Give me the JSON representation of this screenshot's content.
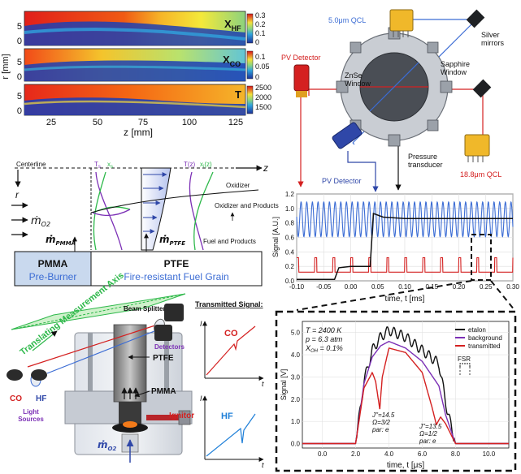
{
  "colors": {
    "background_blue": "#3b6cd4",
    "transmitted_red": "#d42020",
    "etalon_black": "#111111",
    "purple": "#7b2fb5",
    "green": "#2db84a",
    "pmma_fill": "#c9d9ee",
    "qcl_gold": "#f0b82a",
    "detector_red": "#d42020",
    "detector_blue": "#2f47a8",
    "heat_red": "#d8141a",
    "heat_blue": "#1c3fb4"
  },
  "heatmaps": {
    "ylabel": "r [mm]",
    "xlabel": "z [mm]",
    "xticks": [
      "25",
      "50",
      "75",
      "100",
      "125"
    ],
    "yticks": [
      "5",
      "0"
    ],
    "panels": [
      {
        "label": "X",
        "sub": "HF",
        "cbar": [
          "0.3",
          "0.2",
          "0.1",
          "0"
        ]
      },
      {
        "label": "X",
        "sub": "CO",
        "cbar": [
          "0.1",
          "0.05",
          "0"
        ]
      },
      {
        "label": "T",
        "sub": "",
        "cbar": [
          "2500",
          "2000",
          "1500"
        ]
      }
    ]
  },
  "setup": {
    "qcl_top_label": "5.0μm QCL",
    "qcl_bottom_label": "18.8μm QCL",
    "silver_mirrors": "Silver mirrors",
    "pv_detector_red": "PV Detector",
    "pv_detector_blue": "PV Detector",
    "znse_window": "ZnSe Window",
    "sapphire_window": "Sapphire Window",
    "pressure_transducer": "Pressure transducer"
  },
  "combustion": {
    "centerline": "Centerline",
    "r": "r",
    "z": "z",
    "Ts": "T",
    "Ts_sub": "s",
    "xs": "x",
    "xs_sub": "s",
    "Tz": "T(z)",
    "xiz": "x",
    "xiz_sub": "i",
    "xiz_tail": "(z)",
    "oxidizer": "Oxidizer",
    "oxidizer_products": "Oxidizer and Products",
    "fuel_products": "Fuel and Products",
    "m_o2": "ṁ",
    "m_o2_sub": "O2",
    "m_pmma": "ṁ",
    "m_pmma_sub": "PMMA",
    "m_ptfe": "ṁ",
    "m_ptfe_sub": "PTFE",
    "pmma_title": "PMMA",
    "pmma_sub": "Pre-Burner",
    "ptfe_title": "PTFE",
    "ptfe_sub": "Fire-resistant Fuel Grain"
  },
  "apparatus": {
    "beam_splitters": "Beam Splitters",
    "translating_axis": "Translating Measurement Axis",
    "detectors": "Detectors",
    "ptfe": "PTFE",
    "pmma": "PMMA",
    "ignitor": "Ignitor",
    "m_o2": "ṁ",
    "m_o2_sub": "O2",
    "co": "CO",
    "hf": "HF",
    "light_sources": "Light Sources",
    "transmitted_signal": "Transmitted Signal:",
    "inset_co": "CO",
    "inset_hf": "HF",
    "inset_i": "I",
    "inset_t": "t"
  },
  "chart_data": [
    {
      "type": "line",
      "title": "",
      "xlabel": "time, t [ms]",
      "ylabel": "Signal [A.U.]",
      "xlim": [
        -0.1,
        0.3
      ],
      "ylim": [
        0,
        1.2
      ],
      "xticks": [
        "-0.10",
        "-0.05",
        "0.00",
        "0.05",
        "0.10",
        "0.15",
        "0.20",
        "0.25",
        "0.30"
      ],
      "yticks": [
        "0.0",
        "0.2",
        "0.4",
        "0.6",
        "0.8",
        "1.0",
        "1.2"
      ],
      "series": [
        {
          "name": "",
          "color": "#3b6cd4",
          "description_values": {
            "center": 0.85,
            "amplitude": 0.24,
            "period_ms": 0.0105
          }
        },
        {
          "name": "",
          "color": "#d42020",
          "description_values": {
            "baseline": 0.12,
            "peak": 0.32,
            "pulse_period_ms": 0.0333
          }
        },
        {
          "name": "",
          "color": "#111111",
          "x": [
            -0.1,
            -0.03,
            -0.022,
            0.0,
            0.036,
            0.042,
            0.06,
            0.1,
            0.2,
            0.3
          ],
          "y": [
            0.02,
            0.02,
            0.18,
            0.2,
            0.2,
            0.93,
            0.88,
            0.86,
            0.86,
            0.86
          ]
        }
      ]
    },
    {
      "type": "line",
      "title": "",
      "xlabel": "time, t [μs]",
      "ylabel": "Signal [V]",
      "xlim": [
        -1.2,
        11.2
      ],
      "ylim": [
        -0.2,
        5.5
      ],
      "xticks": [
        "0.0",
        "2.0",
        "4.0",
        "6.0",
        "8.0",
        "10.0"
      ],
      "yticks": [
        "0.0",
        "1.0",
        "2.0",
        "3.0",
        "4.0",
        "5.0"
      ],
      "conditions": [
        "T = 2400 K",
        "p = 6.3 atm",
        "X",
        "OH",
        " = 0.1%"
      ],
      "annotations": {
        "fsr": "FSR",
        "line1": [
          "J''=14.5",
          "Ω=3/2",
          "par: e"
        ],
        "line2": [
          "J''=13.5",
          "Ω=1/2",
          "par: e"
        ]
      },
      "legend": [
        "etalon",
        "background",
        "transmitted"
      ],
      "legend_position": "top-right",
      "series": [
        {
          "name": "etalon",
          "color": "#111111",
          "x": [
            -1.2,
            2.0,
            2.5,
            3.0,
            3.5,
            4.0,
            5.0,
            6.0,
            7.0,
            7.5,
            8.0,
            11.2
          ],
          "y": [
            0.0,
            0.0,
            2.8,
            4.2,
            4.8,
            5.1,
            4.8,
            4.2,
            3.6,
            1.5,
            0.0,
            0.0
          ]
        },
        {
          "name": "background",
          "color": "#7b2fb5",
          "x": [
            -1.2,
            2.0,
            2.5,
            3.0,
            3.5,
            4.0,
            5.0,
            6.0,
            7.0,
            7.4,
            8.0,
            11.2
          ],
          "y": [
            0.0,
            0.0,
            2.7,
            3.9,
            4.4,
            4.6,
            4.3,
            3.7,
            2.6,
            1.3,
            0.0,
            0.0
          ]
        },
        {
          "name": "transmitted",
          "color": "#d42020",
          "x": [
            -1.2,
            2.0,
            2.5,
            3.0,
            3.2,
            3.45,
            3.6,
            4.0,
            5.0,
            6.0,
            6.6,
            6.85,
            7.1,
            7.4,
            8.0,
            11.2
          ],
          "y": [
            0.0,
            0.0,
            2.5,
            3.2,
            2.8,
            1.55,
            3.0,
            4.3,
            4.1,
            3.2,
            1.6,
            0.85,
            1.2,
            0.9,
            0.0,
            0.0
          ]
        }
      ]
    }
  ]
}
